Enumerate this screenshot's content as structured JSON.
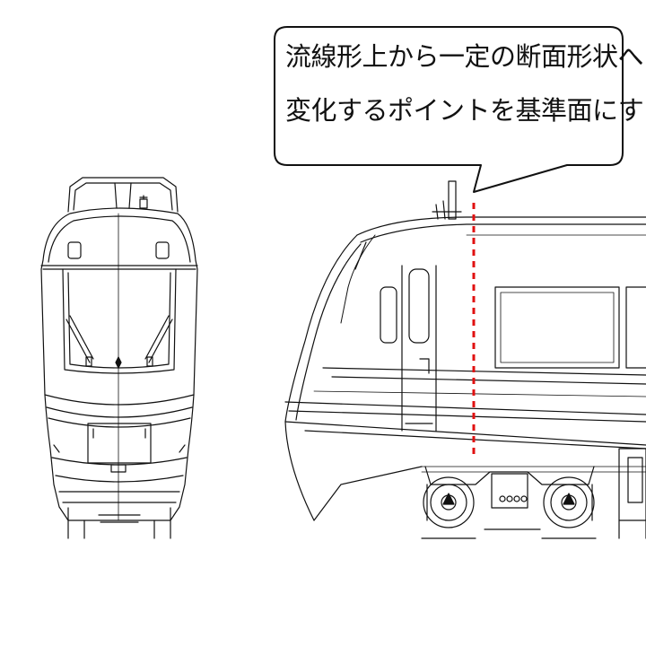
{
  "callout": {
    "line1": "流線形上から一定の断面形状へと",
    "line2": "変化するポイントを基準面にする"
  },
  "colors": {
    "line": "#111111",
    "marker": "#e01010",
    "background": "#ffffff"
  },
  "drawings": [
    "front-view",
    "side-view"
  ]
}
